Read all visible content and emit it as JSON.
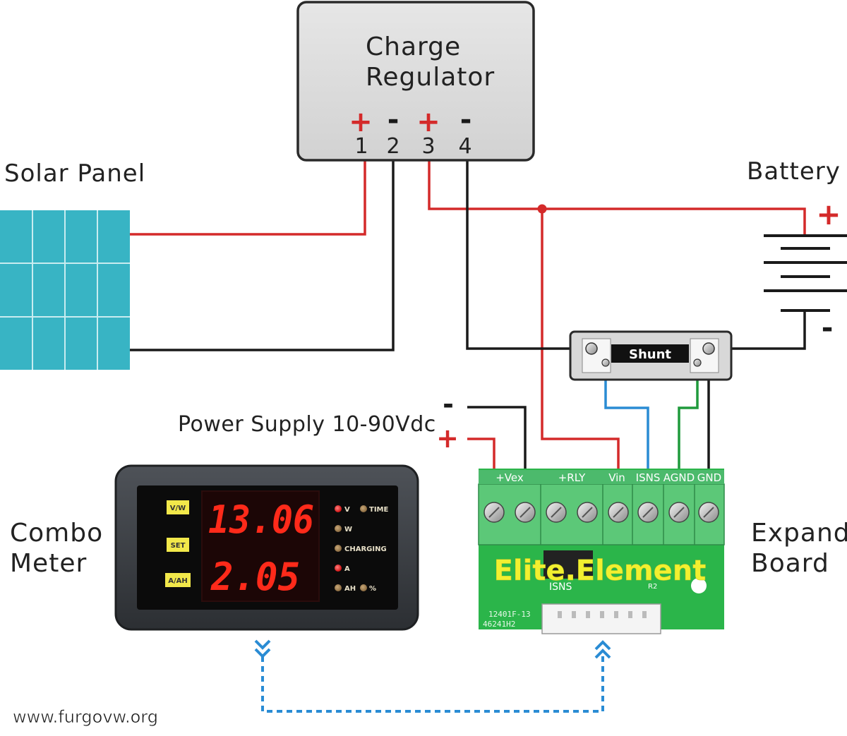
{
  "regulator": {
    "title_line1": "Charge",
    "title_line2": "Regulator",
    "polarity": [
      "+",
      "-",
      "+",
      "-"
    ],
    "terminals": [
      "1",
      "2",
      "3",
      "4"
    ]
  },
  "labels": {
    "solar_panel": "Solar Panel",
    "battery": "Battery",
    "battery_plus": "+",
    "battery_minus": "-",
    "shunt": "Shunt",
    "power_supply": "Power Supply 10-90Vdc",
    "ps_minus": "-",
    "ps_plus": "+",
    "combo_line1": "Combo",
    "combo_line2": "Meter",
    "expand_line1": "Expand",
    "expand_line2": "Board",
    "watermark": "www.furgovw.org"
  },
  "meter": {
    "buttons": [
      "V/W",
      "SET",
      "A/AH"
    ],
    "readout_top": "13.06",
    "readout_bottom": "2.05",
    "indicators": [
      "V",
      "TIME",
      "W",
      "CHARGING",
      "A",
      "AH",
      "%"
    ]
  },
  "board": {
    "brand": "Elite.Element",
    "terminal_labels": [
      "+Vex",
      "+RLY",
      "Vin",
      "ISNS",
      "AGND",
      "GND"
    ],
    "part_line1": "12401F-13",
    "part_line2": "46241H2",
    "isns_mark": "ISNS",
    "r2_mark": "R2"
  },
  "colors": {
    "positive_wire": "#d42a2a",
    "negative_wire": "#1a1a1a",
    "sense_blue": "#2a8cd4",
    "sense_green": "#1f9a3c",
    "solar_cell": "#38b4c4",
    "board_green": "#2bb54a",
    "terminal_green": "#5cc878",
    "seg_red": "#ff2a1a",
    "link_blue": "#2a8cd4"
  }
}
